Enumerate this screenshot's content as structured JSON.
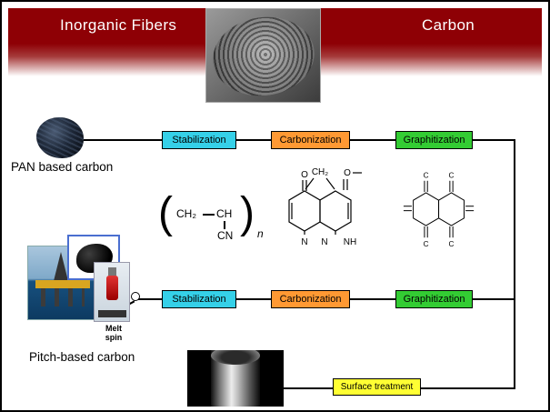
{
  "banner": {
    "left_title": "Inorganic Fibers",
    "right_title": "Carbon",
    "bg_color": "#8E0005"
  },
  "pan_row": {
    "label": "PAN based carbon",
    "steps": [
      {
        "label": "Stabilization",
        "bg": "#35D0E8"
      },
      {
        "label": "Carbonization",
        "bg": "#FF9933"
      },
      {
        "label": "Graphitization",
        "bg": "#33CC33"
      }
    ]
  },
  "pitch_row": {
    "label": "Pitch-based carbon",
    "melt_spin": "Melt spin",
    "steps": [
      {
        "label": "Stabilization",
        "bg": "#35D0E8"
      },
      {
        "label": "Carbonization",
        "bg": "#FF9933"
      },
      {
        "label": "Graphitization",
        "bg": "#33CC33"
      }
    ]
  },
  "surface_treatment": {
    "label": "Surface treatment",
    "bg": "#FFFF33"
  },
  "chem": {
    "pan_monomer": {
      "ch2": "CH₂",
      "ch": "CH",
      "cn": "CN",
      "sub": "n",
      "bracket_l": "(",
      "bracket_r": ")"
    },
    "ladder": {
      "o_left": "O",
      "ch2_top": "CH₂",
      "o_right": "O",
      "n_left": "N",
      "n_mid": "N",
      "nh_right": "NH"
    },
    "graphite": {
      "c_top_left": "C",
      "c_top_right": "C",
      "c_bottom_left": "C",
      "c_bottom_right": "C"
    }
  },
  "images": {
    "sem_fiber": "sem-carbon-fiber-cross-section",
    "pan_fiber": "pan-carbon-fiber-photo",
    "oil_platform": "offshore-oil-platform-photo",
    "pitch_sample": "pitch-sample-photo",
    "melt_spinner": "melt-spinning-apparatus-photo",
    "fiber_cylinder": "carbon-fiber-cylinder-photo"
  }
}
